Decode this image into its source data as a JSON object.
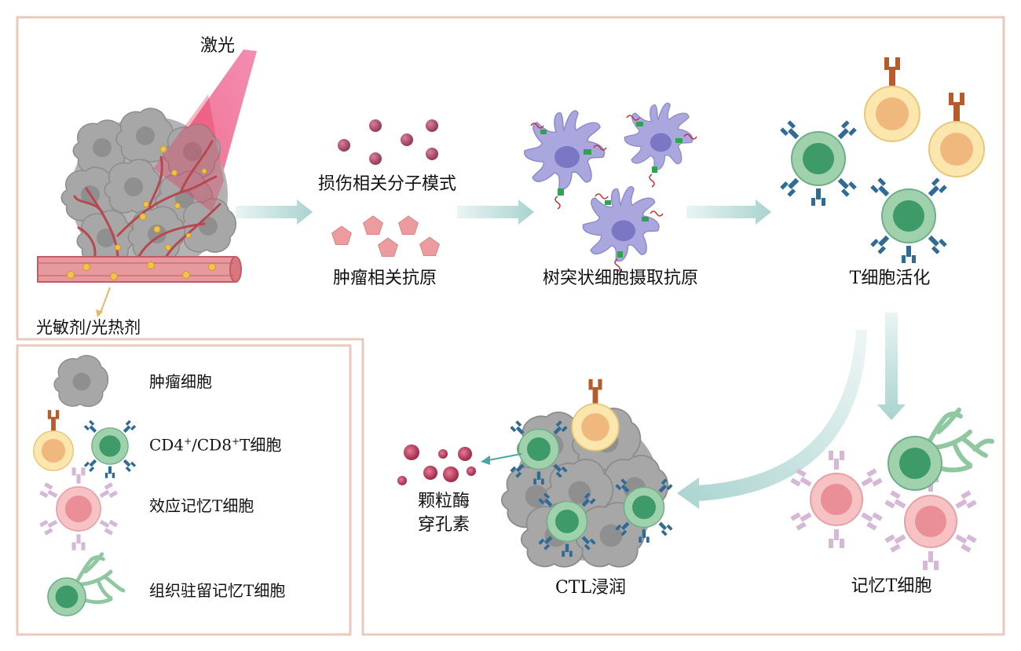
{
  "labels": {
    "laser": "激光",
    "photosensitizer": "光敏剂/光热剂",
    "damp": "损伤相关分子模式",
    "taa": "肿瘤相关抗原",
    "dc_uptake": "树突状细胞摄取抗原",
    "t_activation": "T细胞活化",
    "memory_t": "记忆T细胞",
    "ctl_infiltration": "CTL浸润",
    "granzyme": "颗粒酶",
    "perforin": "穿孔素"
  },
  "legend": {
    "tumor_cell": "肿瘤细胞",
    "tcell_cd4": "CD4",
    "tcell_cd8": "/CD8",
    "tcell_sup": "+",
    "tcell_suffix": "T细胞",
    "effector_memory": "效应记忆T细胞",
    "resident_memory": "组织驻留记忆T细胞"
  },
  "colors": {
    "frame": "#e8c9bd",
    "arrow": "#a9d3d0",
    "tumor": "#a3a3a3",
    "tumor_dark": "#7a7a7a",
    "vessel": "#e79a9e",
    "vessel_line": "#c25b63",
    "damp": "#b5526e",
    "antigen": "#ec9c9e",
    "dc": "#a9a6dc",
    "dc_nucleus": "#7e7bc7",
    "cd8_outer": "#8fc7a1",
    "cd8_inner": "#3f9a6a",
    "cd4_outer": "#f9e3a8",
    "cd4_inner": "#f1b87e",
    "receptor_blue": "#2f6b95",
    "receptor_orange": "#b65b2a",
    "mem_outer": "#f3b6b9",
    "mem_inner": "#e98d93",
    "mem_receptor": "#c9a4c9",
    "laser": "#e8335b",
    "dot_gold": "#f2c24a"
  },
  "icons": [
    "laser-beam-icon",
    "tumor-cell-icon",
    "blood-vessel-icon",
    "dendritic-cell-icon",
    "cd8-t-cell-icon",
    "cd4-t-cell-icon",
    "effector-memory-t-cell-icon",
    "resident-memory-t-cell-icon",
    "granule-icon"
  ]
}
